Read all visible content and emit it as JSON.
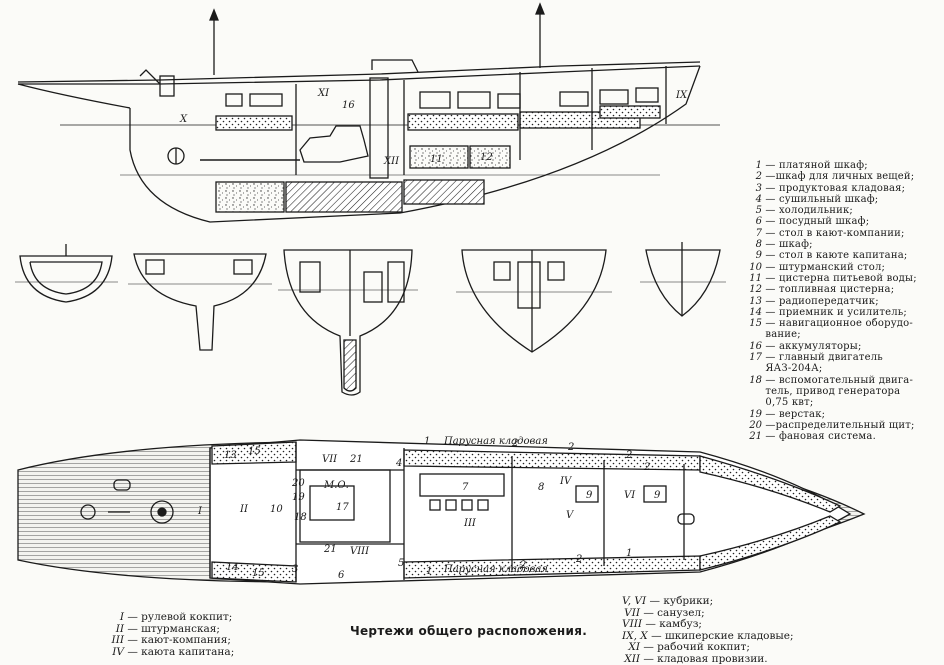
{
  "caption": "Чертежи общего распопожения.",
  "legend": [
    {
      "num": "1",
      "text": "— платяной шкаф;"
    },
    {
      "num": "2",
      "text": "—шкаф для личных вещей;"
    },
    {
      "num": "3",
      "text": "— продуктовая кладовая;"
    },
    {
      "num": "4",
      "text": "— сушильный шкаф;"
    },
    {
      "num": "5",
      "text": "— холодильник;"
    },
    {
      "num": "6",
      "text": "— посудный шкаф;"
    },
    {
      "num": "7",
      "text": "— стол в кают-компании;"
    },
    {
      "num": "8",
      "text": "— шкаф;"
    },
    {
      "num": "9",
      "text": "— стол в каюте капитана;"
    },
    {
      "num": "10",
      "text": "— штурманский стол;"
    },
    {
      "num": "11",
      "text": "— цистерна питьевой воды;"
    },
    {
      "num": "12",
      "text": "— топливная цистерна;"
    },
    {
      "num": "13",
      "text": "— радиопередатчик;"
    },
    {
      "num": "14",
      "text": "— приемник и усилитель;"
    },
    {
      "num": "15",
      "text": "— навигационное оборудо-"
    },
    {
      "num": "",
      "text": "вание;"
    },
    {
      "num": "16",
      "text": "— аккумуляторы;"
    },
    {
      "num": "17",
      "text": "— главный двигатель"
    },
    {
      "num": "",
      "text": "ЯАЗ-204А;"
    },
    {
      "num": "18",
      "text": "— вспомогательный двига-"
    },
    {
      "num": "",
      "text": "тель, привод генератора"
    },
    {
      "num": "",
      "text": "0,75 квт;"
    },
    {
      "num": "19",
      "text": "— верстак;"
    },
    {
      "num": "20",
      "text": "—распределительный щит;"
    },
    {
      "num": "21",
      "text": "— фановая система."
    }
  ],
  "rooms_left": [
    {
      "num": "I",
      "text": "— рулевой кокпит;"
    },
    {
      "num": "II",
      "text": "— штурманская;"
    },
    {
      "num": "III",
      "text": "— кают-компания;"
    },
    {
      "num": "IV",
      "text": "— каюта капитана;"
    }
  ],
  "rooms_right": [
    {
      "num": "V, VI",
      "text": "— кубрики;"
    },
    {
      "num": "VII",
      "text": "— санузел;"
    },
    {
      "num": "VIII",
      "text": "— камбуз;"
    },
    {
      "num": "IX, X",
      "text": "— шкиперские кладовые;"
    },
    {
      "num": "XI",
      "text": "— рабочий кокпит;"
    },
    {
      "num": "XII",
      "text": "— кладовая провизии."
    }
  ],
  "drawing_labels": {
    "side": [
      "X",
      "XI",
      "16",
      "IX",
      "XII",
      "11",
      "12"
    ],
    "plan_rooms": [
      "I",
      "II",
      "III",
      "IV",
      "V",
      "VI",
      "VII",
      "VIII"
    ],
    "plan_numbers": [
      "13",
      "15",
      "1",
      "2",
      "2",
      "2",
      "2",
      "4",
      "20",
      "19",
      "10",
      "18",
      "17",
      "7",
      "8",
      "9",
      "9",
      "21",
      "21",
      "14",
      "15",
      "3",
      "6",
      "5",
      "1",
      "2",
      "2",
      "1"
    ],
    "plan_engine": "М.О.",
    "sail_store": "Парусная кладовая"
  }
}
